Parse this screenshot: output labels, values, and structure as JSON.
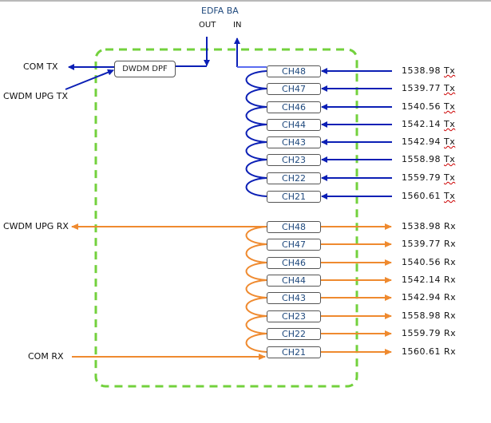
{
  "colors": {
    "tx_line": "#0b1fb5",
    "rx_line": "#ef8a2f",
    "boundary": "#73d13d",
    "label_blue": "#1f497d"
  },
  "edfa": {
    "title": "EDFA BA",
    "out_label": "OUT",
    "in_label": "IN"
  },
  "left_labels": {
    "com_tx": "COM TX",
    "cwdm_upg_tx": "CWDM UPG TX",
    "cwdm_upg_rx": "CWDM UPG RX",
    "com_rx": "COM RX"
  },
  "dpf_label": "DWDM DPF",
  "tx_channels": [
    {
      "ch": "CH48",
      "wavelength": "1538.98",
      "dir": "Tx"
    },
    {
      "ch": "CH47",
      "wavelength": "1539.77",
      "dir": "Tx"
    },
    {
      "ch": "CH46",
      "wavelength": "1540.56",
      "dir": "Tx"
    },
    {
      "ch": "CH44",
      "wavelength": "1542.14",
      "dir": "Tx"
    },
    {
      "ch": "CH43",
      "wavelength": "1542.94",
      "dir": "Tx"
    },
    {
      "ch": "CH23",
      "wavelength": "1558.98",
      "dir": "Tx"
    },
    {
      "ch": "CH22",
      "wavelength": "1559.79",
      "dir": "Tx"
    },
    {
      "ch": "CH21",
      "wavelength": "1560.61",
      "dir": "Tx"
    }
  ],
  "rx_channels": [
    {
      "ch": "CH48",
      "wavelength": "1538.98",
      "dir": "Rx"
    },
    {
      "ch": "CH47",
      "wavelength": "1539.77",
      "dir": "Rx"
    },
    {
      "ch": "CH46",
      "wavelength": "1540.56",
      "dir": "Rx"
    },
    {
      "ch": "CH44",
      "wavelength": "1542.14",
      "dir": "Rx"
    },
    {
      "ch": "CH43",
      "wavelength": "1542.94",
      "dir": "Rx"
    },
    {
      "ch": "CH23",
      "wavelength": "1558.98",
      "dir": "Rx"
    },
    {
      "ch": "CH22",
      "wavelength": "1559.79",
      "dir": "Rx"
    },
    {
      "ch": "CH21",
      "wavelength": "1560.61",
      "dir": "Rx"
    }
  ]
}
